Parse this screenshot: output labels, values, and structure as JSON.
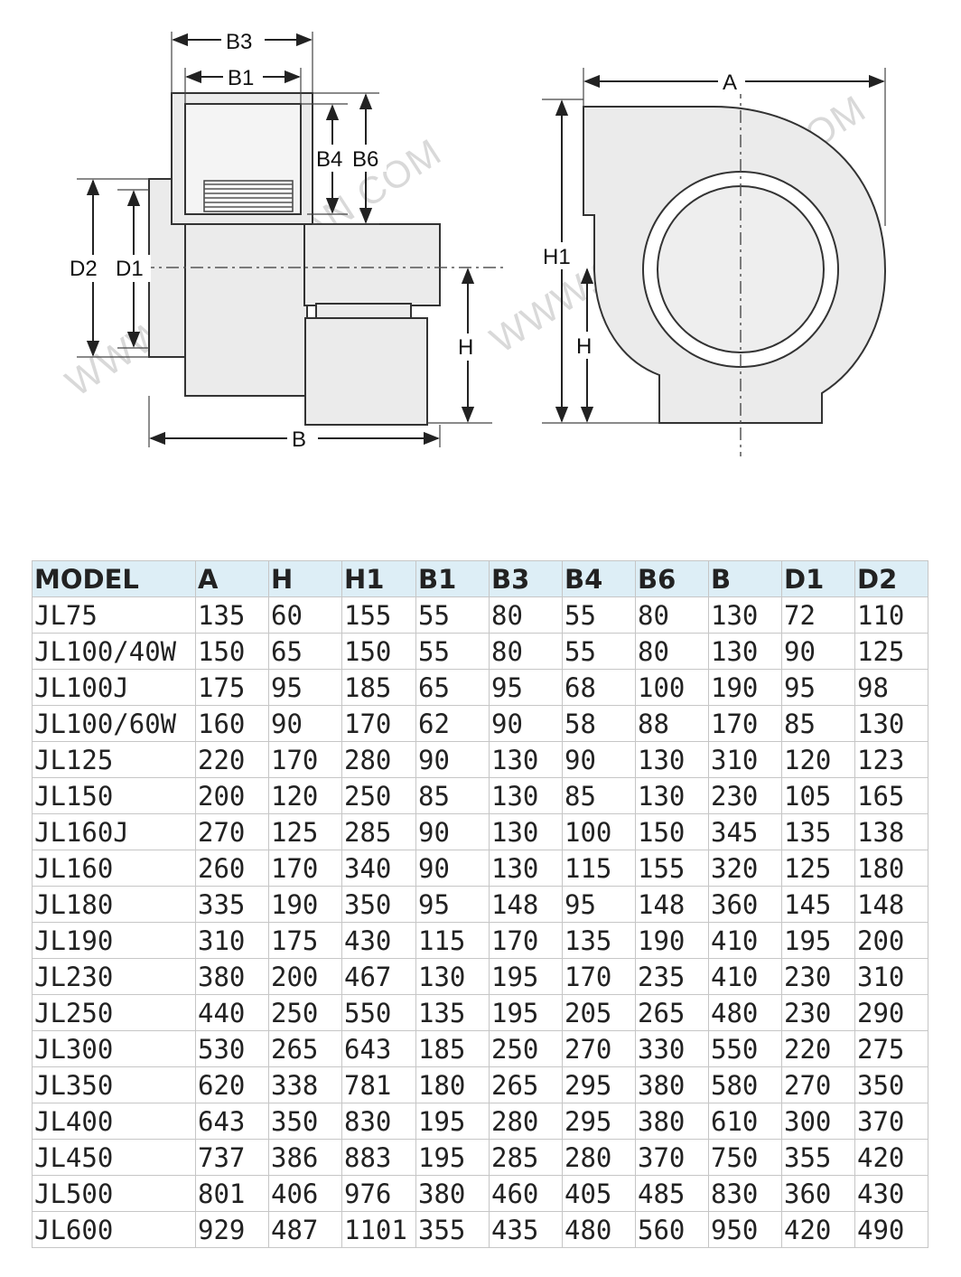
{
  "diagram": {
    "watermark": "WWW.SHANGLAN.COM",
    "side_view_labels": {
      "b3": "B3",
      "b1": "B1",
      "b4": "B4",
      "b6": "B6",
      "d2": "D2",
      "d1": "D1",
      "h": "H",
      "b": "B"
    },
    "front_view_labels": {
      "a": "A",
      "h1": "H1",
      "h": "H"
    }
  },
  "table": {
    "headers": [
      "MODEL",
      "A",
      "H",
      "H1",
      "B1",
      "B3",
      "B4",
      "B6",
      "B",
      "D1",
      "D2"
    ],
    "rows": [
      [
        "JL75",
        "135",
        "60",
        "155",
        "55",
        "80",
        "55",
        "80",
        "130",
        "72",
        "110"
      ],
      [
        "JL100/40W",
        "150",
        "65",
        "150",
        "55",
        "80",
        "55",
        "80",
        "130",
        "90",
        "125"
      ],
      [
        "JL100J",
        "175",
        "95",
        "185",
        "65",
        "95",
        "68",
        "100",
        "190",
        "95",
        "98"
      ],
      [
        "JL100/60W",
        "160",
        "90",
        "170",
        "62",
        "90",
        "58",
        "88",
        "170",
        "85",
        "130"
      ],
      [
        "JL125",
        "220",
        "170",
        "280",
        "90",
        "130",
        "90",
        "130",
        "310",
        "120",
        "123"
      ],
      [
        "JL150",
        "200",
        "120",
        "250",
        "85",
        "130",
        "85",
        "130",
        "230",
        "105",
        "165"
      ],
      [
        "JL160J",
        "270",
        "125",
        "285",
        "90",
        "130",
        "100",
        "150",
        "345",
        "135",
        "138"
      ],
      [
        "JL160",
        "260",
        "170",
        "340",
        "90",
        "130",
        "115",
        "155",
        "320",
        "125",
        "180"
      ],
      [
        "JL180",
        "335",
        "190",
        "350",
        "95",
        "148",
        "95",
        "148",
        "360",
        "145",
        "148"
      ],
      [
        "JL190",
        "310",
        "175",
        "430",
        "115",
        "170",
        "135",
        "190",
        "410",
        "195",
        "200"
      ],
      [
        "JL230",
        "380",
        "200",
        "467",
        "130",
        "195",
        "170",
        "235",
        "410",
        "230",
        "310"
      ],
      [
        "JL250",
        "440",
        "250",
        "550",
        "135",
        "195",
        "205",
        "265",
        "480",
        "230",
        "290"
      ],
      [
        "JL300",
        "530",
        "265",
        "643",
        "185",
        "250",
        "270",
        "330",
        "550",
        "220",
        "275"
      ],
      [
        "JL350",
        "620",
        "338",
        "781",
        "180",
        "265",
        "295",
        "380",
        "580",
        "270",
        "350"
      ],
      [
        "JL400",
        "643",
        "350",
        "830",
        "195",
        "280",
        "295",
        "380",
        "610",
        "300",
        "370"
      ],
      [
        "JL450",
        "737",
        "386",
        "883",
        "195",
        "285",
        "280",
        "370",
        "750",
        "355",
        "420"
      ],
      [
        "JL500",
        "801",
        "406",
        "976",
        "380",
        "460",
        "405",
        "485",
        "830",
        "360",
        "430"
      ],
      [
        "JL600",
        "929",
        "487",
        "1101",
        "355",
        "435",
        "480",
        "560",
        "950",
        "420",
        "490"
      ]
    ]
  }
}
